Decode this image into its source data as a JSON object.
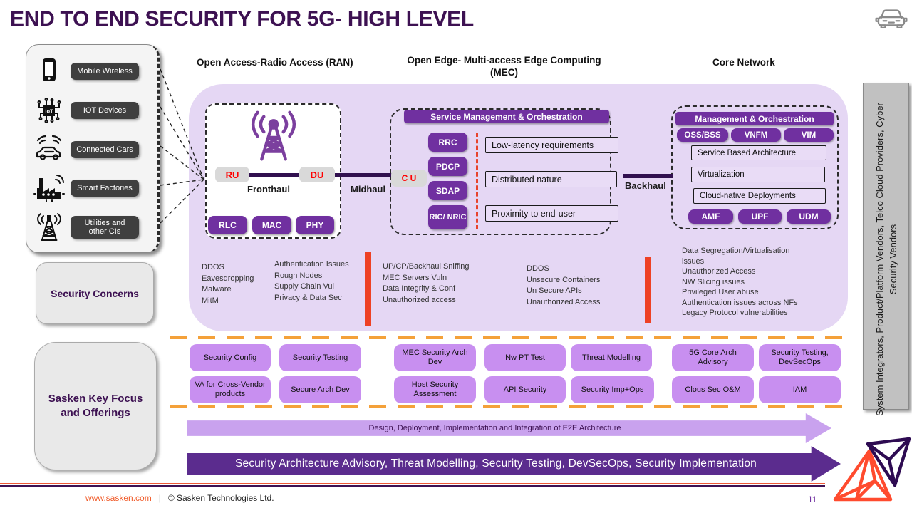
{
  "title": "END TO END SECURITY FOR 5G- HIGH LEVEL",
  "devices": {
    "items": [
      {
        "icon": "mobile-phone-icon",
        "label": "Mobile Wireless"
      },
      {
        "icon": "iot-chip-icon",
        "label": "IOT Devices"
      },
      {
        "icon": "connected-car-icon",
        "label": "Connected Cars"
      },
      {
        "icon": "smart-factory-icon",
        "label": "Smart Factories"
      },
      {
        "icon": "utility-tower-icon",
        "label": "Utilities and other CIs"
      }
    ]
  },
  "ran": {
    "header": "Open Access-Radio Access (RAN)",
    "tower_icon": "radio-tower-icon",
    "ru": "RU",
    "du": "DU",
    "fronthaul": "Fronthaul",
    "midhaul": "Midhaul",
    "layers": [
      "RLC",
      "MAC",
      "PHY"
    ]
  },
  "mec": {
    "header_line1": "Open Edge- Multi-access Edge Computing",
    "header_line2": "(MEC)",
    "smo": "Service Management & Orchestration",
    "cu": "C U",
    "stack": [
      "RRC",
      "PDCP",
      "SDAP",
      "RIC/ NRIC"
    ],
    "features": [
      "Low-latency requirements",
      "Distributed nature",
      "Proximity to end-user"
    ],
    "backhaul": "Backhaul"
  },
  "core": {
    "header": "Core Network",
    "mo": "Management & Orchestration",
    "row1": [
      "OSS/BSS",
      "VNFM",
      "VIM"
    ],
    "features": [
      "Service Based Architecture",
      "Virtualization",
      "Cloud-native Deployments"
    ],
    "row2": [
      "AMF",
      "UPF",
      "UDM"
    ]
  },
  "concerns": {
    "label": "Security Concerns",
    "col1": [
      "DDOS",
      "Eavesdropping",
      "Malware",
      "MitM"
    ],
    "col2": [
      "Authentication Issues",
      "Rough Nodes",
      "Supply Chain Vul",
      "Privacy & Data Sec"
    ],
    "col3": [
      "UP/CP/Backhaul Sniffing",
      "MEC Servers Vuln",
      "Data Integrity & Conf",
      "Unauthorized access"
    ],
    "col4": [
      "DDOS",
      "Unsecure Containers",
      "Un Secure APIs",
      "Unauthorized Access"
    ],
    "col5": [
      "Data Segregation/Virtualisation issues",
      "Unauthorized Access",
      "NW Slicing issues",
      "Privileged User abuse",
      "Authentication issues across NFs",
      "Legacy Protocol vulnerabilities"
    ]
  },
  "offerings": {
    "label": "Sasken Key Focus and Offerings",
    "row1": [
      "Security Config",
      "Security Testing",
      "MEC Security Arch Dev",
      "Nw PT Test",
      "Threat Modelling",
      "5G Core Arch Advisory",
      "Security Testing, DevSecOps"
    ],
    "row2": [
      "VA for Cross-Vendor products",
      "Secure Arch Dev",
      "Host Security Assessment",
      "API Security",
      "Security Imp+Ops",
      "Clous Sec O&M",
      "IAM"
    ]
  },
  "arrows": {
    "light": "Design, Deployment, Implementation and Integration of E2E Architecture",
    "dark": "Security Architecture Advisory, Threat Modelling, Security Testing, DevSecOps, Security Implementation"
  },
  "vendors_bar": "System Integrators, Product/Platform Vendors, Telco Cloud Providers, Cyber Security Vendors",
  "footer": {
    "url": "www.sasken.com",
    "separator": "|",
    "copyright": "© Sasken Technologies Ltd.",
    "page": "11"
  },
  "icons": [
    "car-front-icon",
    "sasken-logo"
  ],
  "colors": {
    "accent_purple": "#7030A0",
    "dark_purple": "#3D1152",
    "lavender": "#E5D7F4",
    "light_chip": "#C88FF0",
    "orange_dash": "#F4A13A",
    "red_bar": "#EE4124",
    "ru_du_text": "#FF0000",
    "logo_orange": "#FF4B2E",
    "logo_purple": "#2E0B52"
  }
}
